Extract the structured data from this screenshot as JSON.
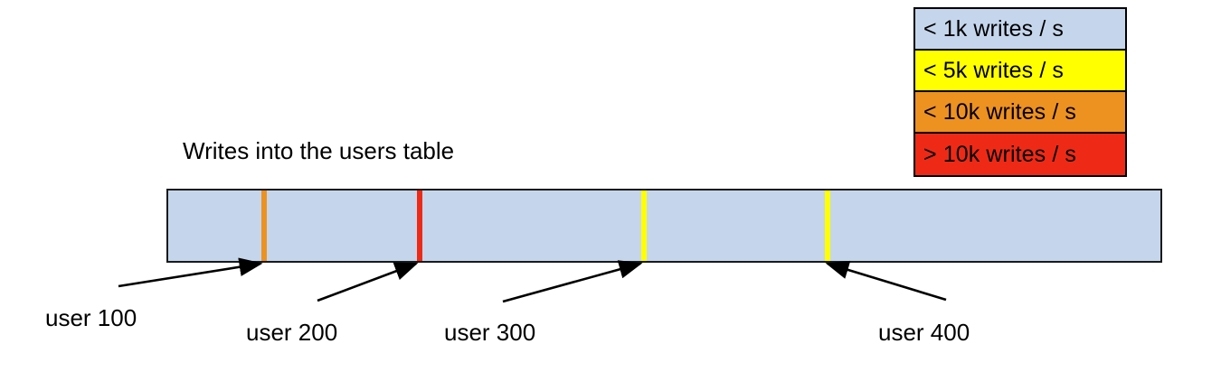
{
  "chart_data": {
    "type": "bar",
    "title": "Writes into the users table",
    "xlabel": "",
    "ylabel": "",
    "orientation": "horizontal",
    "description": "A single horizontal bar representing a key range of the users table, shaded by write throughput, with thin colored stripes marking hot rows at user 100, 200, 300 and 400.",
    "bar": {
      "base_color": "#c5d6ec",
      "base_category": "< 1k writes / s",
      "border_color": "#1a1a1a"
    },
    "markers": [
      {
        "label": "user 100",
        "color": "#ed9121",
        "category": "< 10k writes / s",
        "position_pct": 9.7
      },
      {
        "label": "user 200",
        "color": "#ee2a16",
        "category": "> 10k writes / s",
        "position_pct": 25.3
      },
      {
        "label": "user 300",
        "color": "#ffff00",
        "category": "< 5k writes / s",
        "position_pct": 47.8
      },
      {
        "label": "user 400",
        "color": "#ffff00",
        "category": "< 5k writes / s",
        "position_pct": 66.2
      }
    ],
    "legend": {
      "position": "top-right",
      "entries": [
        {
          "label": "< 1k writes / s",
          "color": "#c5d6ec"
        },
        {
          "label": "< 5k writes / s",
          "color": "#ffff00"
        },
        {
          "label": "< 10k writes / s",
          "color": "#ed9121"
        },
        {
          "label": "> 10k writes / s",
          "color": "#ee2a16"
        }
      ]
    }
  },
  "legend": {
    "entries": [
      {
        "label": "< 1k writes / s",
        "color": "#c5d6ec"
      },
      {
        "label": "< 5k writes / s",
        "color": "#ffff00"
      },
      {
        "label": "< 10k writes / s",
        "color": "#ed9121"
      },
      {
        "label": "> 10k writes / s",
        "color": "#ee2a16"
      }
    ]
  },
  "title": "Writes into the users table",
  "labels": [
    {
      "text": "user 100"
    },
    {
      "text": "user 200"
    },
    {
      "text": "user 300"
    },
    {
      "text": "user 400"
    }
  ]
}
